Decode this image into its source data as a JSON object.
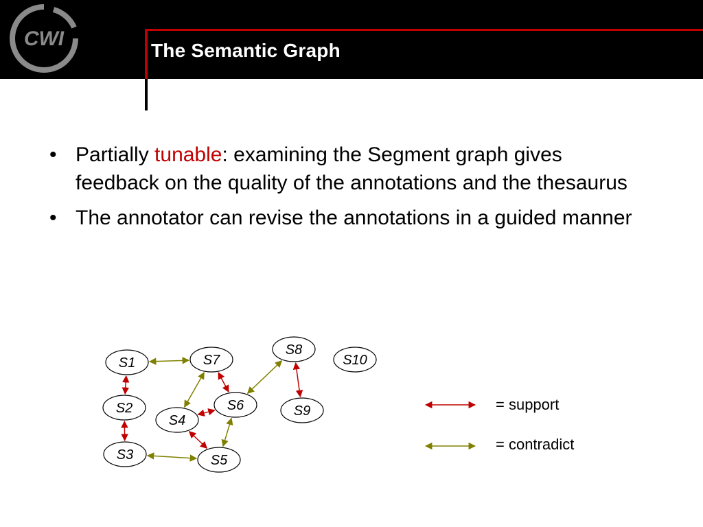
{
  "slide": {
    "title": "The Semantic Graph",
    "logo_text": "CWI",
    "bullets": [
      {
        "before": "Partially ",
        "highlight": "tunable",
        "after": ": examining the Segment graph gives feedback on the quality of the annotations and the thesaurus"
      },
      {
        "before": "The annotator can revise the annotations in a guided manner",
        "highlight": "",
        "after": ""
      }
    ],
    "bullet_symbol": "•"
  },
  "colors": {
    "header": "#000000",
    "accent": "#c00000",
    "support": "#c00000",
    "contradict": "#808000"
  },
  "graph": {
    "nodes": [
      {
        "id": "S1",
        "label": "S1"
      },
      {
        "id": "S2",
        "label": "S2"
      },
      {
        "id": "S3",
        "label": "S3"
      },
      {
        "id": "S4",
        "label": "S4"
      },
      {
        "id": "S5",
        "label": "S5"
      },
      {
        "id": "S6",
        "label": "S6"
      },
      {
        "id": "S7",
        "label": "S7"
      },
      {
        "id": "S8",
        "label": "S8"
      },
      {
        "id": "S9",
        "label": "S9"
      },
      {
        "id": "S10",
        "label": "S10"
      }
    ],
    "edges": [
      {
        "from": "S1",
        "to": "S2",
        "type": "support"
      },
      {
        "from": "S2",
        "to": "S3",
        "type": "support"
      },
      {
        "from": "S1",
        "to": "S7",
        "type": "contradict"
      },
      {
        "from": "S3",
        "to": "S5",
        "type": "contradict"
      },
      {
        "from": "S7",
        "to": "S4",
        "type": "contradict"
      },
      {
        "from": "S7",
        "to": "S6",
        "type": "support"
      },
      {
        "from": "S4",
        "to": "S6",
        "type": "support"
      },
      {
        "from": "S4",
        "to": "S5",
        "type": "support"
      },
      {
        "from": "S6",
        "to": "S5",
        "type": "contradict"
      },
      {
        "from": "S6",
        "to": "S8",
        "type": "contradict"
      },
      {
        "from": "S8",
        "to": "S9",
        "type": "support"
      }
    ]
  },
  "legend": {
    "support_label": "= support",
    "contradict_label": "= contradict"
  }
}
